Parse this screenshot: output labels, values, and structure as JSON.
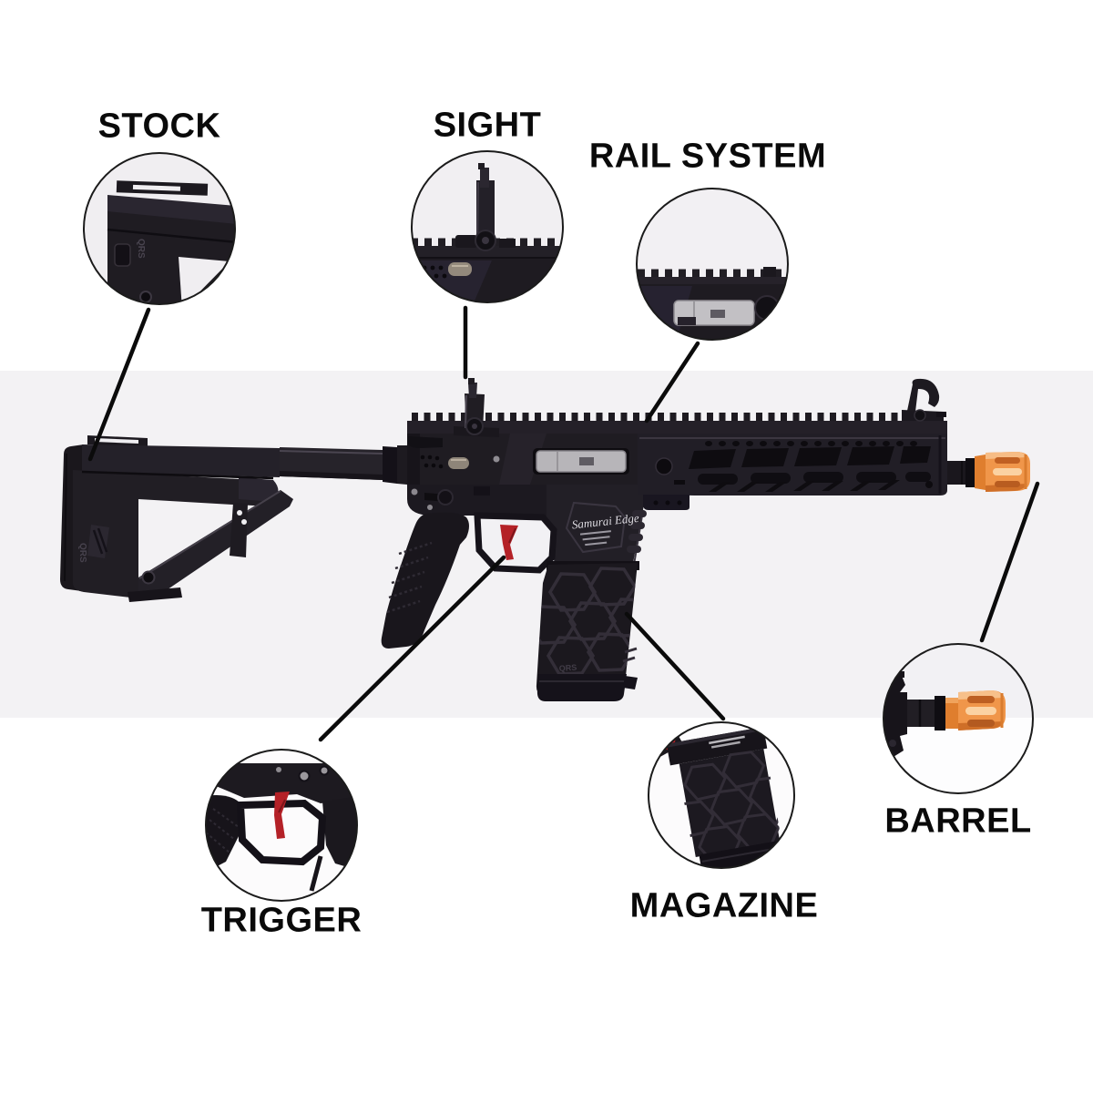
{
  "canvas": {
    "background": "#ffffff",
    "photo_band_color": "#f3f2f4",
    "label_color": "#0a0a0a",
    "callout_line_color": "#0b0b0b"
  },
  "parts": [
    {
      "id": "stock",
      "label": "STOCK"
    },
    {
      "id": "sight",
      "label": "SIGHT"
    },
    {
      "id": "rail-system",
      "label": "RAIL SYSTEM"
    },
    {
      "id": "trigger",
      "label": "TRIGGER"
    },
    {
      "id": "magazine",
      "label": "MAGAZINE"
    },
    {
      "id": "barrel",
      "label": "BARREL"
    }
  ],
  "rifle": {
    "markings": {
      "receiver_logo": "Samurai Edge",
      "stock_code": "QRS",
      "magazine_code": "QRS"
    },
    "colors": {
      "body_black": "#1d1a20",
      "flash_hider_orange": "#f0964a",
      "trigger_red": "#b42127",
      "ejection_door_silver": "#b7b5b9"
    }
  }
}
